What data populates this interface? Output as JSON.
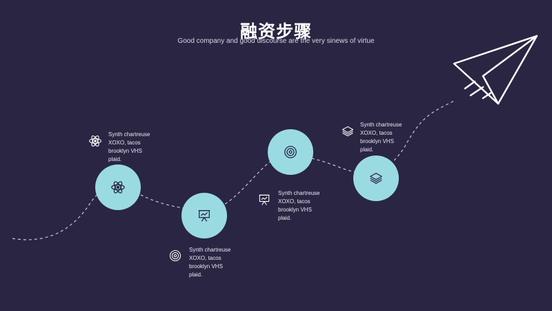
{
  "slide": {
    "title": "融资步骤",
    "subtitle": "Good company and good discourse are the very sinews of virtue"
  },
  "steps": [
    {
      "text": "Synth chartreuse XOXO, tacos brooklyn VHS plaid.",
      "icon": "atom-icon"
    },
    {
      "text": "Synth chartreuse XOXO, tacos brooklyn VHS plaid.",
      "icon": "presentation-board-icon"
    },
    {
      "text": "Synth chartreuse XOXO, tacos brooklyn VHS plaid.",
      "icon": "target-icon"
    },
    {
      "text": "Synth chartreuse XOXO, tacos brooklyn VHS plaid.",
      "icon": "layers-icon"
    }
  ],
  "colors": {
    "background": "#2a2542",
    "circle": "#9adbe2",
    "icon_dark": "#2a2542",
    "line": "#c9c7d6"
  }
}
